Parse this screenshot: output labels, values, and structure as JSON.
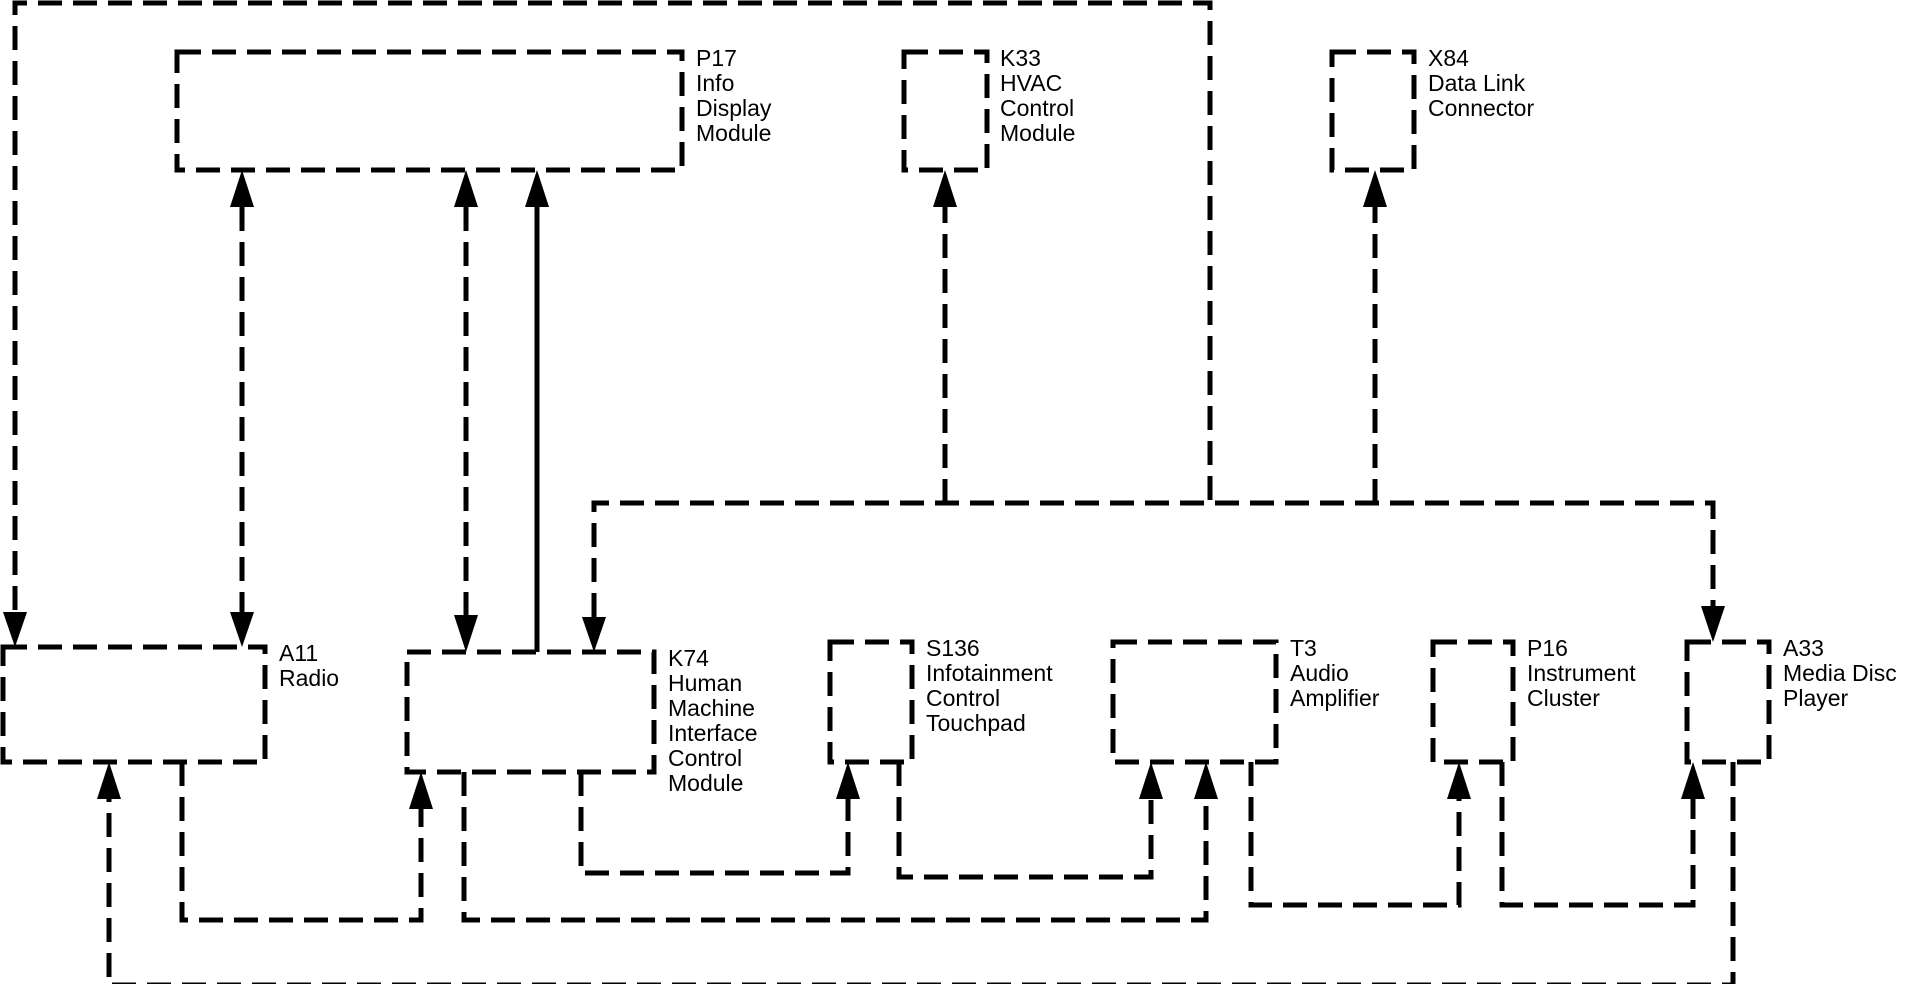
{
  "diagram": {
    "modules": [
      {
        "id": "p17",
        "code": "P17",
        "lines": [
          "Info",
          "Display",
          "Module"
        ]
      },
      {
        "id": "k33",
        "code": "K33",
        "lines": [
          "HVAC",
          "Control",
          "Module"
        ]
      },
      {
        "id": "x84",
        "code": "X84",
        "lines": [
          "Data Link",
          "Connector"
        ]
      },
      {
        "id": "a11",
        "code": "A11",
        "lines": [
          "Radio"
        ]
      },
      {
        "id": "k74",
        "code": "K74",
        "lines": [
          "Human",
          "Machine",
          "Interface",
          "Control",
          "Module"
        ]
      },
      {
        "id": "s136",
        "code": "S136",
        "lines": [
          "Infotainment",
          "Control",
          "Touchpad"
        ]
      },
      {
        "id": "t3",
        "code": "T3",
        "lines": [
          "Audio",
          "Amplifier"
        ]
      },
      {
        "id": "p16",
        "code": "P16",
        "lines": [
          "Instrument",
          "Cluster"
        ]
      },
      {
        "id": "a33",
        "code": "A33",
        "lines": [
          "Media Disc",
          "Player"
        ]
      }
    ]
  }
}
